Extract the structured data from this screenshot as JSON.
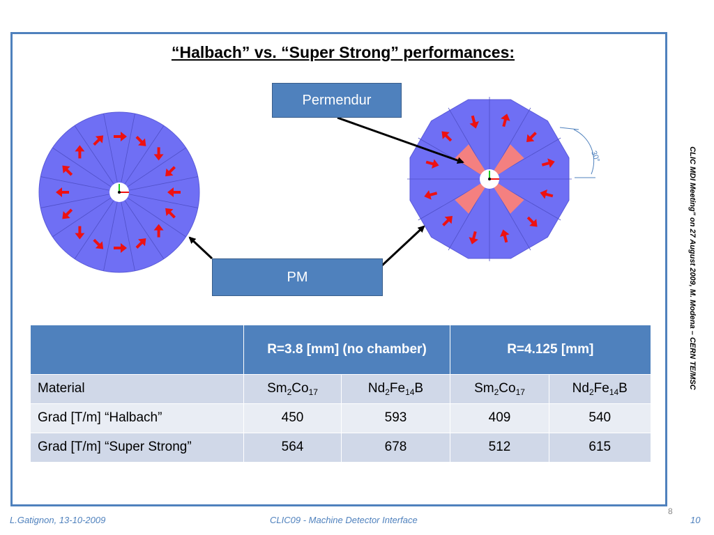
{
  "slide": {
    "title": "“Halbach” vs. “Super Strong” performances:",
    "callouts": {
      "permendur": "Permendur",
      "pm": "PM"
    },
    "angle_label": "30°"
  },
  "table": {
    "header_r1": "R=3.8 [mm] (no chamber)",
    "header_r2": "R=4.125 [mm]",
    "rows": [
      {
        "label": "Material",
        "cells": [
          {
            "base": "Sm",
            "s1": "2",
            "m": "Co",
            "s2": "17",
            "t": ""
          },
          {
            "base": "Nd",
            "s1": "2",
            "m": "Fe",
            "s2": "14",
            "t": "B"
          },
          {
            "base": "Sm",
            "s1": "2",
            "m": "Co",
            "s2": "17",
            "t": ""
          },
          {
            "base": "Nd",
            "s1": "2",
            "m": "Fe",
            "s2": "14",
            "t": "B"
          }
        ]
      },
      {
        "label": "Grad [T/m] “Halbach”",
        "values": [
          "450",
          "593",
          "409",
          "540"
        ]
      },
      {
        "label": "Grad [T/m] “Super Strong”",
        "values": [
          "564",
          "678",
          "512",
          "615"
        ]
      }
    ]
  },
  "side_text": "CLIC MDI Meeting\" on 27 August 2009, M. Modena – CERN TE/MSC",
  "footer": {
    "author": "L.Gatignon, 13-10-2009",
    "event": "CLIC09 - Machine Detector Interface",
    "slide_number": "8",
    "page_number": "10"
  },
  "colors": {
    "frame": "#4f81bd",
    "magnet": "#6f6ff4",
    "arrow": "#ee1111",
    "permendur": "#f48080",
    "table_header": "#4f81bd",
    "row_dark": "#d0d8e8",
    "row_light": "#e9edf4"
  }
}
